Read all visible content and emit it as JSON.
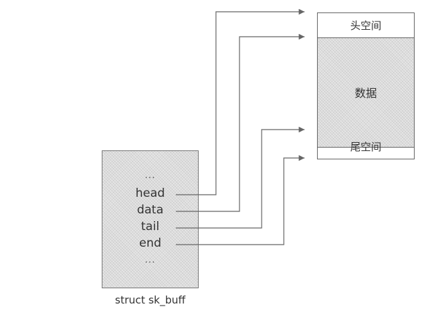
{
  "struct": {
    "fields": [
      "head",
      "data",
      "tail",
      "end"
    ],
    "dots_top": "...",
    "dots_bottom": "...",
    "caption": "struct sk_buff"
  },
  "buffer": {
    "head_room": "头空间",
    "data": "数据",
    "tail_room": "尾空间"
  }
}
